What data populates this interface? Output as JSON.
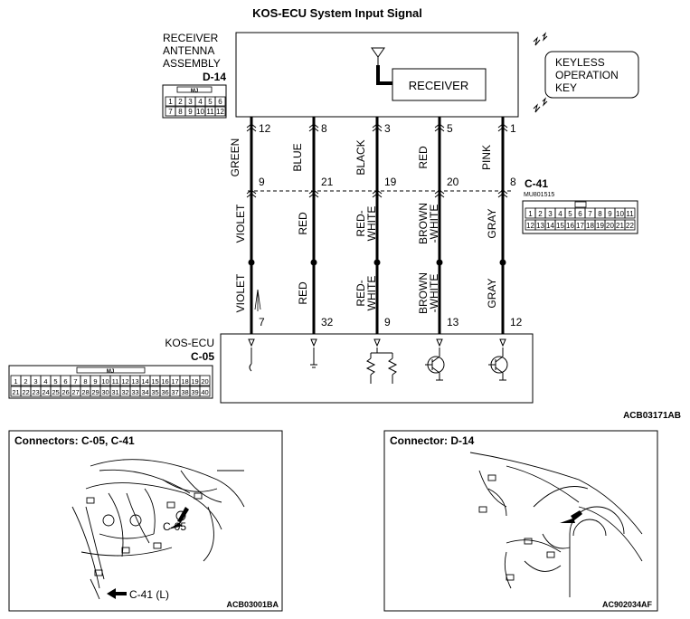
{
  "title": "KOS-ECU System Input Signal",
  "receiver_antenna": {
    "label_lines": [
      "RECEIVER",
      "ANTENNA",
      "ASSEMBLY"
    ],
    "connector_id": "D-14",
    "receiver_label": "RECEIVER",
    "connector_tag": "MJ",
    "connector_row1": [
      "1",
      "2",
      "3",
      "4",
      "5",
      "6"
    ],
    "connector_row2": [
      "7",
      "8",
      "9",
      "10",
      "11",
      "12"
    ]
  },
  "keyless_key": {
    "label_lines": [
      "KEYLESS",
      "OPERATION",
      "KEY"
    ]
  },
  "wires": [
    {
      "top_pin": "12",
      "upper_color": "GREEN",
      "mid_pin": "9",
      "lower_color_lines": [
        "VIOLET"
      ],
      "bottom_color_lines": [
        "VIOLET"
      ],
      "ecu_pin": "7"
    },
    {
      "top_pin": "8",
      "upper_color": "BLUE",
      "mid_pin": "21",
      "lower_color_lines": [
        "RED"
      ],
      "bottom_color_lines": [
        "RED"
      ],
      "ecu_pin": "32"
    },
    {
      "top_pin": "3",
      "upper_color": "BLACK",
      "mid_pin": "19",
      "lower_color_lines": [
        "RED-",
        "WHITE"
      ],
      "bottom_color_lines": [
        "RED-",
        "WHITE"
      ],
      "ecu_pin": "9"
    },
    {
      "top_pin": "5",
      "upper_color": "RED",
      "mid_pin": "20",
      "lower_color_lines": [
        "BROWN",
        "-WHITE"
      ],
      "bottom_color_lines": [
        "BROWN",
        "-WHITE"
      ],
      "ecu_pin": "13"
    },
    {
      "top_pin": "1",
      "upper_color": "PINK",
      "mid_pin": "8",
      "lower_color_lines": [
        "GRAY"
      ],
      "bottom_color_lines": [
        "GRAY"
      ],
      "ecu_pin": "12"
    }
  ],
  "c41": {
    "connector_id": "C-41",
    "part_code": "MU801515",
    "row1": [
      "1",
      "2",
      "3",
      "4",
      "5",
      "6",
      "7",
      "8",
      "9",
      "10",
      "11"
    ],
    "row2": [
      "12",
      "13",
      "14",
      "15",
      "16",
      "17",
      "18",
      "19",
      "20",
      "21",
      "22"
    ]
  },
  "kos_ecu": {
    "label": "KOS-ECU",
    "connector_id": "C-05",
    "connector_tag": "MJ",
    "row1": [
      "1",
      "2",
      "3",
      "4",
      "5",
      "6",
      "7",
      "8",
      "9",
      "10",
      "11",
      "12",
      "13",
      "14",
      "15",
      "16",
      "17",
      "18",
      "19",
      "20"
    ],
    "row2": [
      "21",
      "22",
      "23",
      "24",
      "25",
      "26",
      "27",
      "28",
      "29",
      "30",
      "31",
      "32",
      "33",
      "34",
      "35",
      "36",
      "37",
      "38",
      "39",
      "40"
    ]
  },
  "diagram_code": "ACB03171AB",
  "panel_left": {
    "title": "Connectors: C-05, C-41",
    "callout_c05": "C-05",
    "callout_c41": "C-41 (L)",
    "code": "ACB03001BA"
  },
  "panel_right": {
    "title": "Connector: D-14",
    "code": "AC902034AF"
  }
}
